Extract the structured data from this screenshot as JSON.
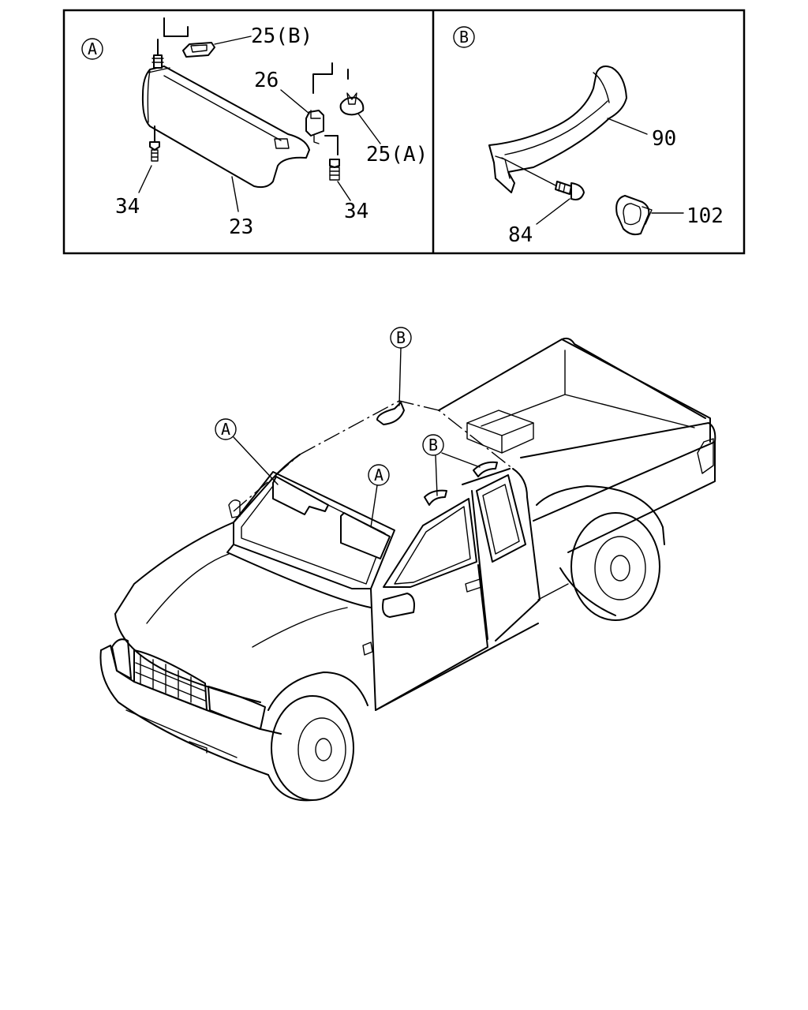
{
  "diagram": {
    "panel_a": {
      "marker": "A",
      "labels": {
        "p25b": "25(B)",
        "p26": "26",
        "p25a": "25(A)",
        "p34_left": "34",
        "p23": "23",
        "p34_right": "34"
      }
    },
    "panel_b": {
      "marker": "B",
      "labels": {
        "p90": "90",
        "p84": "84",
        "p102": "102"
      }
    },
    "vehicle": {
      "callouts": {
        "b_roof": "B",
        "a_left": "A",
        "a_right": "A",
        "b_rear": "B"
      }
    }
  }
}
